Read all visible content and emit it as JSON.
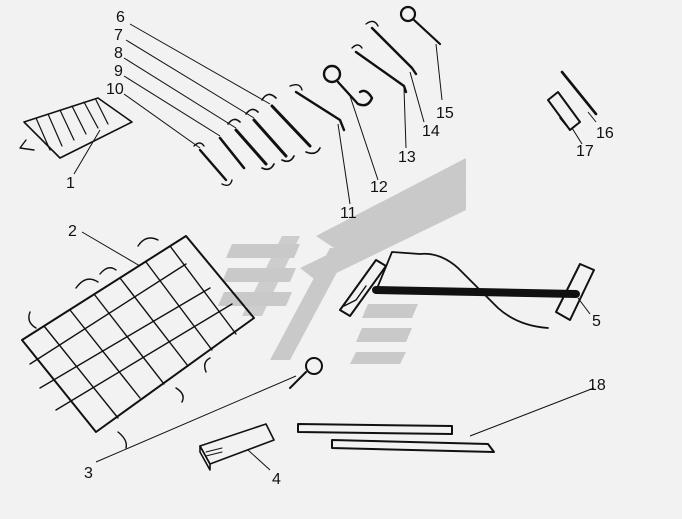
{
  "callouts": [
    {
      "id": "1",
      "text": "1"
    },
    {
      "id": "2",
      "text": "2"
    },
    {
      "id": "3",
      "text": "3"
    },
    {
      "id": "4",
      "text": "4"
    },
    {
      "id": "5",
      "text": "5"
    },
    {
      "id": "6",
      "text": "6"
    },
    {
      "id": "7",
      "text": "7"
    },
    {
      "id": "8",
      "text": "8"
    },
    {
      "id": "9",
      "text": "9"
    },
    {
      "id": "10",
      "text": "10"
    },
    {
      "id": "11",
      "text": "11"
    },
    {
      "id": "12",
      "text": "12"
    },
    {
      "id": "13",
      "text": "13"
    },
    {
      "id": "14",
      "text": "14"
    },
    {
      "id": "15",
      "text": "15"
    },
    {
      "id": "16",
      "text": "16"
    },
    {
      "id": "17",
      "text": "17"
    },
    {
      "id": "18",
      "text": "18"
    }
  ],
  "colors": {
    "background": "#f2f2f2",
    "ink": "#111111",
    "watermark": "#c8c8c8"
  },
  "watermark_icon": "stylized-logo-watermark"
}
